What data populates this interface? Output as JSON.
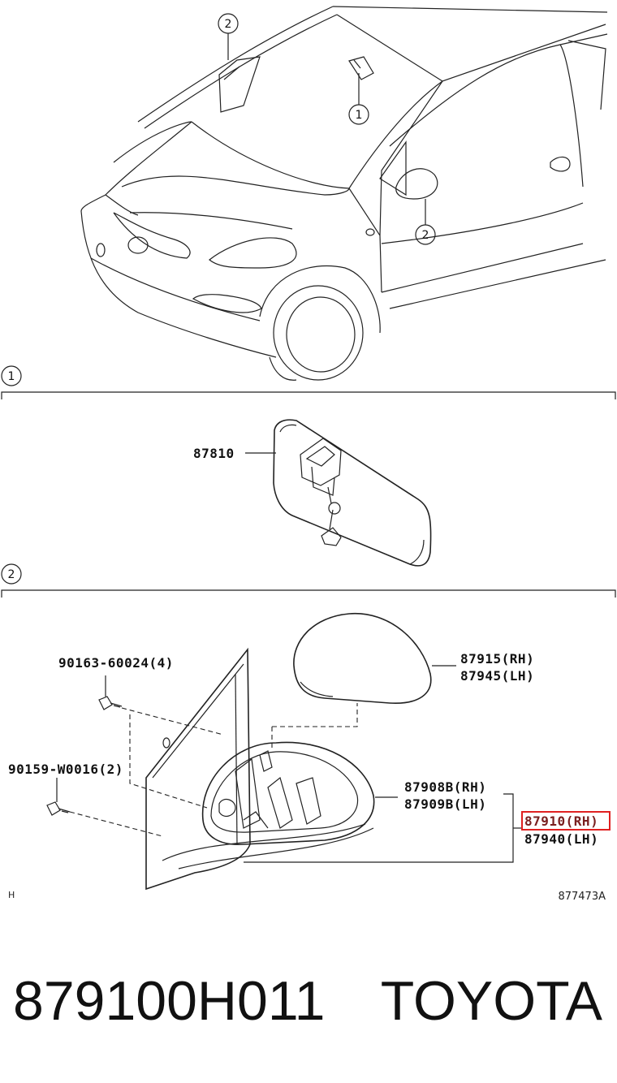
{
  "diagram": {
    "callouts": {
      "one": "1",
      "two": "2"
    },
    "labels": {
      "inner_mirror": "87810",
      "bolt": "90163-60024(4)",
      "screw": "90159-W0016(2)",
      "cover_rh": "87915(RH)",
      "cover_lh": "87945(LH)",
      "housing_rh": "87908B(RH)",
      "housing_lh": "87909B(LH)",
      "assy_rh": "87910(RH)",
      "assy_lh": "87940(LH)"
    },
    "corner_code": "H",
    "drawing_code": "877473A",
    "highlight_color": "#e02020"
  },
  "footer": {
    "part_number": "879100H011",
    "brand": "TOYOTA"
  }
}
